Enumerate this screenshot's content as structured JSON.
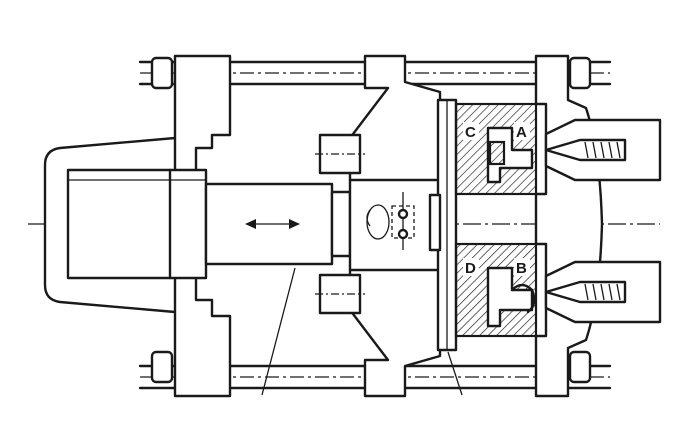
{
  "labels": {
    "cavity_a": "A",
    "cavity_b": "B",
    "cavity_c": "C",
    "cavity_d": "D"
  },
  "colors": {
    "ink": "#1a1a1a",
    "paper": "#ffffff"
  }
}
